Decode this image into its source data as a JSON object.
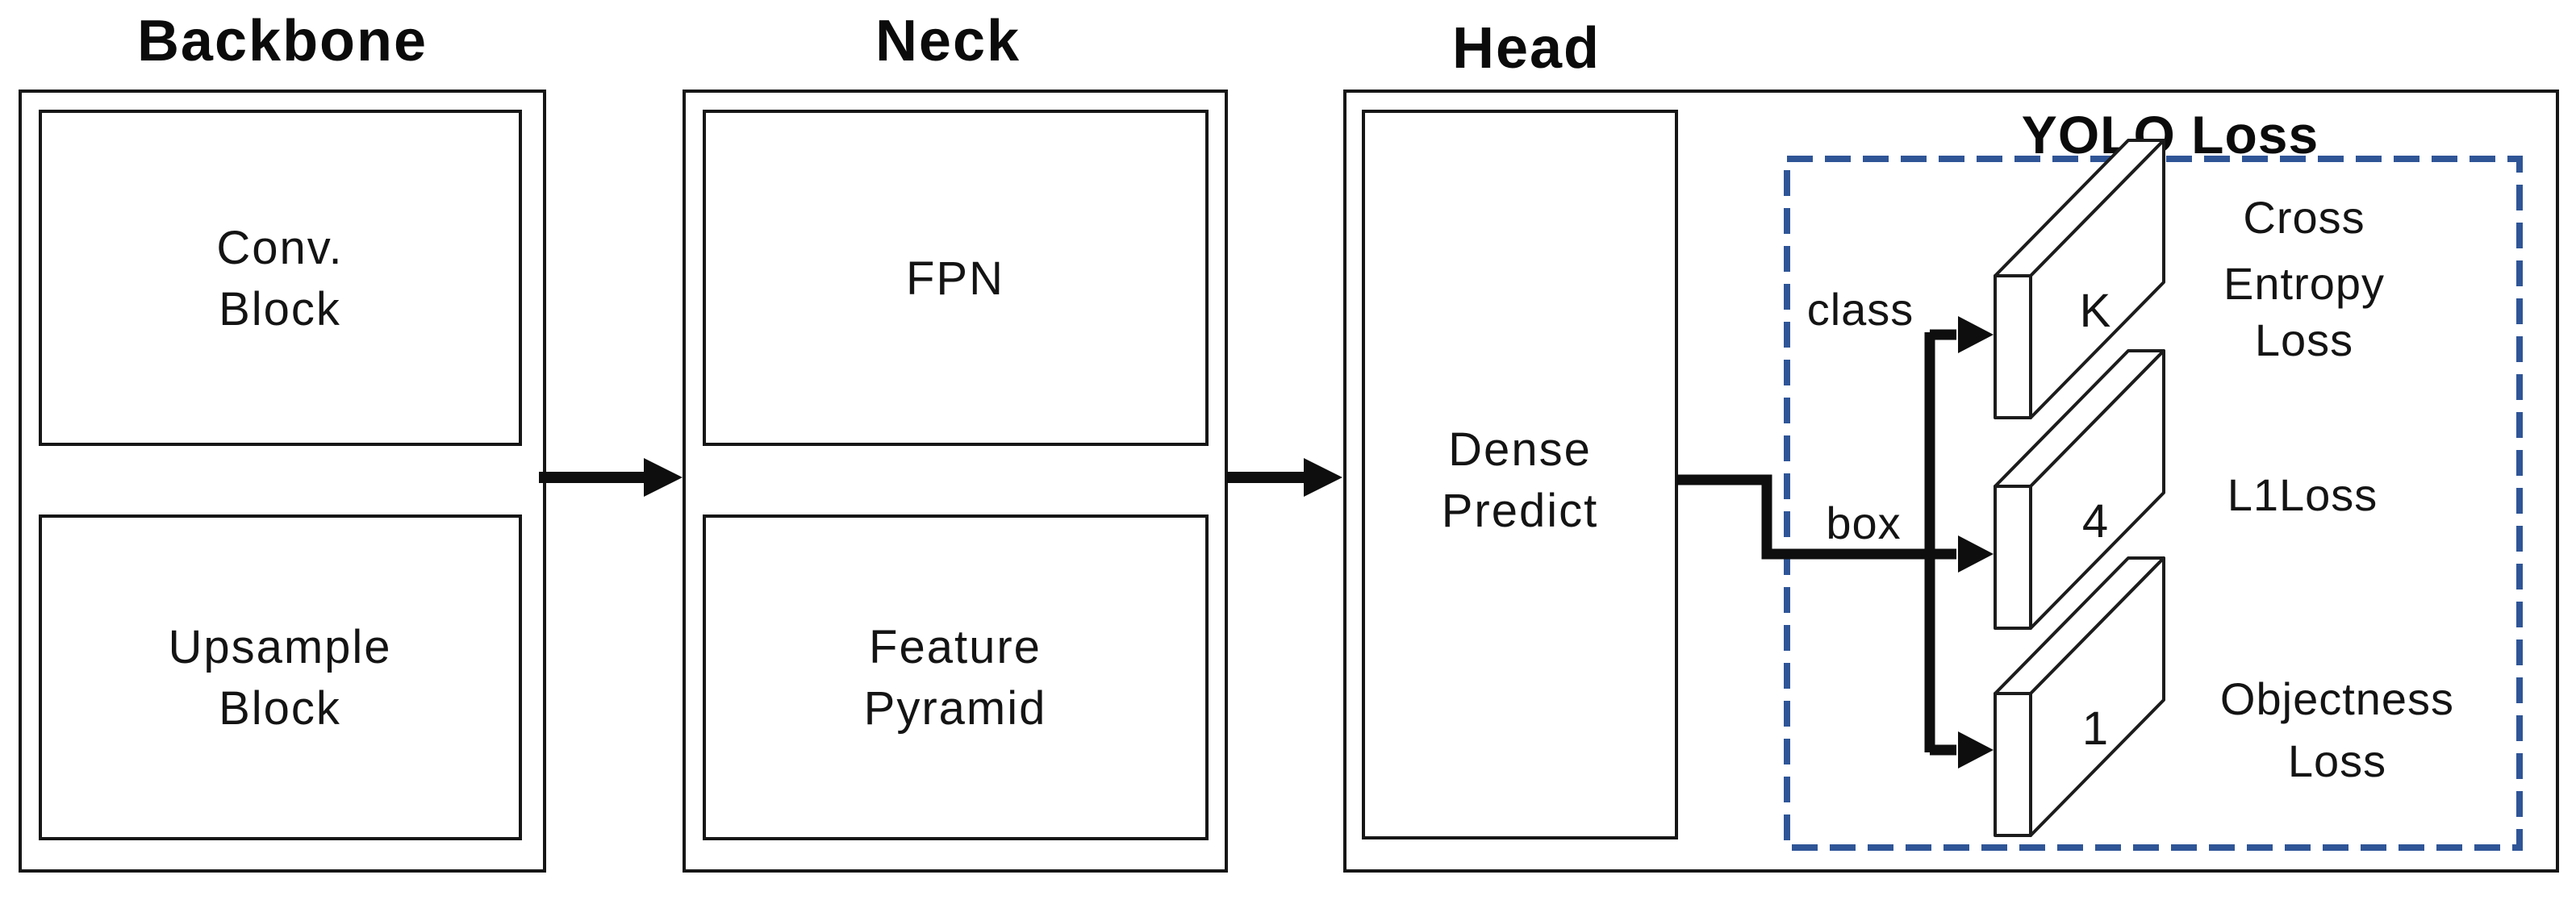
{
  "titles": {
    "backbone": "Backbone",
    "neck": "Neck",
    "head": "Head"
  },
  "backbone": {
    "conv_line1": "Conv.",
    "conv_line2": "Block",
    "upsample_line1": "Upsample",
    "upsample_line2": "Block"
  },
  "neck": {
    "fpn": "FPN",
    "fp_line1": "Feature",
    "fp_line2": "Pyramid"
  },
  "head": {
    "dense_line1": "Dense",
    "dense_line2": "Predict"
  },
  "yolo_loss": {
    "title": "YOLO Loss",
    "class_label": "class",
    "box_label": "box",
    "slab_k": "K",
    "slab_4": "4",
    "slab_1": "1",
    "ce_line1": "Cross",
    "ce_line2": "Entropy",
    "ce_line3": "Loss",
    "l1": "L1Loss",
    "obj_line1": "Objectness",
    "obj_line2": "Loss"
  },
  "colors": {
    "dashed_border": "#2F5597",
    "line": "#0e0e0e"
  }
}
